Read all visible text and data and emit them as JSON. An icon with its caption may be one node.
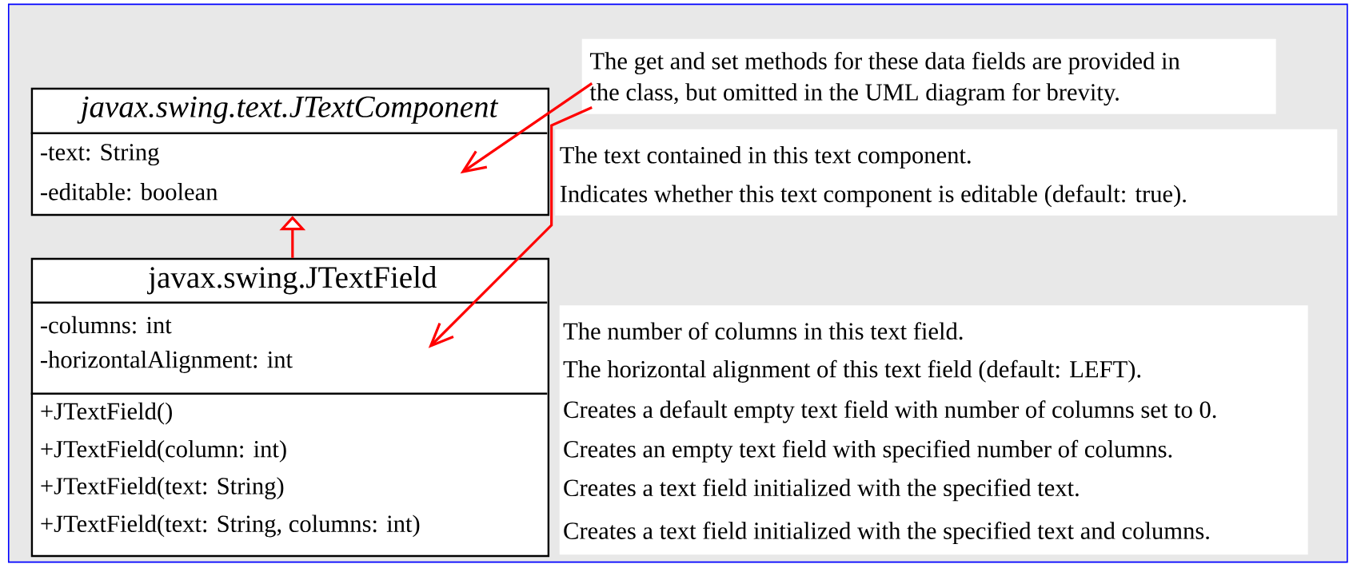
{
  "diagram": {
    "nodes": [
      {
        "text": [
          "The get and set methods for these data fields are provided in the class, but omitted in the UML diagram for brevity."
        ]
      },
      {
        "text": [
          "javax.swing.text.JTextComponent",
          "-text: String",
          "-editable: boolean"
        ]
      },
      {
        "text": [
          "The text contained in this text component.",
          "Indicates whether this text component is editable (default: true)."
        ]
      },
      {
        "text": [
          "javax.swing.JTextField",
          "-columns: int",
          "-horizontalAlignment: int",
          "+JTextField()",
          "+JTextField(column: int)",
          "+JTextField(text: String)",
          "+JTextField(text: String, columns: int)"
        ]
      },
      {
        "text": [
          "The number of columns in this text field.",
          "The horizontal alignment of this text field (default: LEFT).",
          "Creates a default empty text field with number of columns set to 0.",
          "Creates an empty text field with specified number of columns.",
          "Creates a text field initialized with the specified text.",
          "Creates a text field initialized with the specified text and columns."
        ]
      }
    ],
    "edges": [
      {
        "from": 0,
        "to": 1,
        "arrow": "to"
      },
      {
        "from": 0,
        "to": 3,
        "arrow": "to"
      },
      {
        "from": 3,
        "to": 1,
        "arrow": "to"
      }
    ]
  }
}
